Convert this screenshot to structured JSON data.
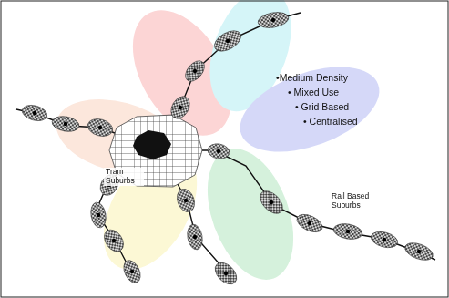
{
  "diagram": {
    "labels": [
      "•Medium Density",
      "• Mixed Use",
      "• Grid Based",
      "• Centralised",
      "Tram Suburbs",
      "Rail Based Suburbs"
    ]
  }
}
